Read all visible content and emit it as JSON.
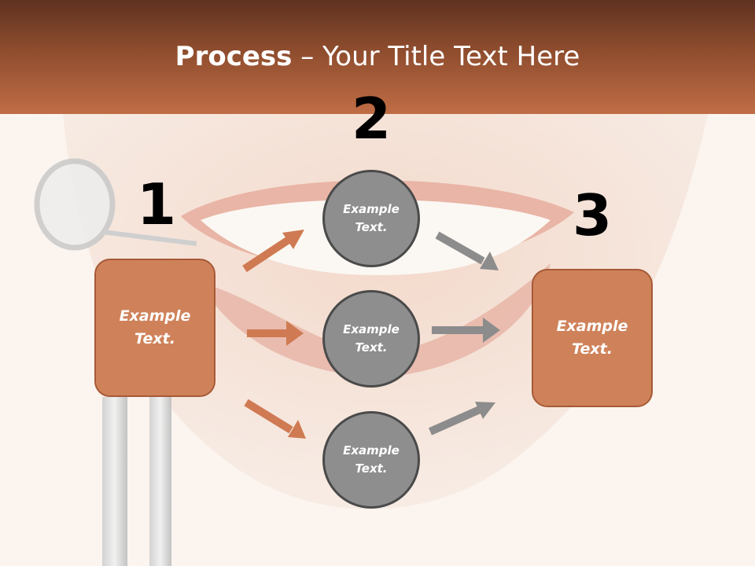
{
  "title": {
    "bold": "Process",
    "separator": " – ",
    "rest": "Your Title Text Here"
  },
  "steps": {
    "one": "1",
    "two": "2",
    "three": "3"
  },
  "boxes": {
    "left": "Example Text.",
    "right": "Example Text."
  },
  "circles": {
    "top": "Example Text.",
    "middle": "Example Text.",
    "bottom": "Example Text."
  },
  "colors": {
    "header": "#b8643d",
    "box": "#cf825a",
    "circle": "#8e8e8e",
    "arrow_orange": "#cf7a52",
    "arrow_gray": "#8c8c8c"
  }
}
